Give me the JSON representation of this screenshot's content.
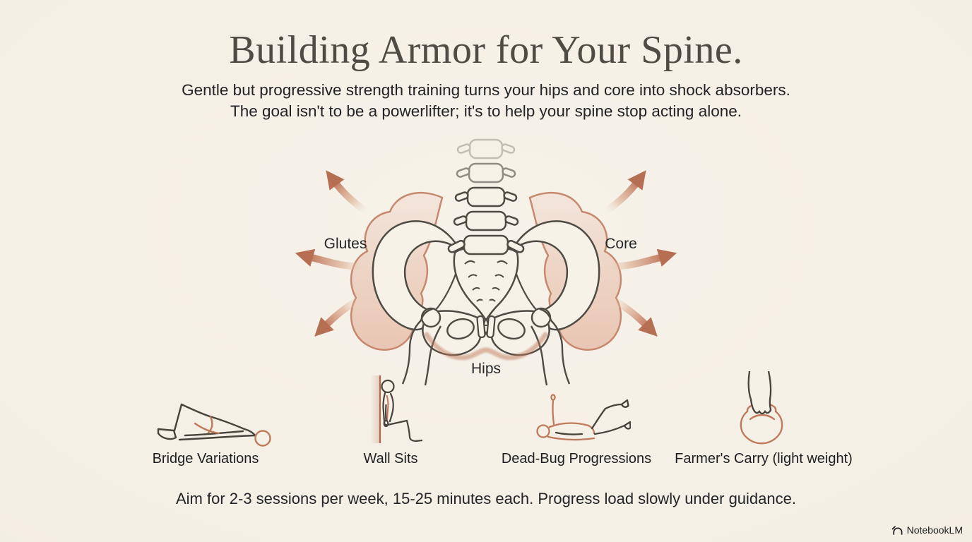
{
  "header": {
    "title": "Building Armor for Your Spine.",
    "subtitle_line1": "Gentle but progressive strength training turns your hips and core into shock absorbers.",
    "subtitle_line2": "The goal isn't to be a powerlifter; it's to help your spine stop acting alone."
  },
  "diagram": {
    "label_glutes": "Glutes",
    "label_core": "Core",
    "label_hips": "Hips"
  },
  "exercises": [
    {
      "label": "Bridge Variations"
    },
    {
      "label": "Wall Sits"
    },
    {
      "label": "Dead-Bug Progressions"
    },
    {
      "label": "Farmer's Carry (light weight)"
    }
  ],
  "footer": {
    "note": "Aim for 2-3 sessions per week, 15-25 minutes each. Progress load slowly under guidance."
  },
  "watermark": {
    "brand": "NotebookLM"
  },
  "colors": {
    "background": "#f5f0e6",
    "title_text": "#4f4b45",
    "body_text": "#232428",
    "bone_outline": "#4e4a44",
    "terracotta_accent": "#bb7257",
    "muscle_fill": "#eac6b2"
  }
}
